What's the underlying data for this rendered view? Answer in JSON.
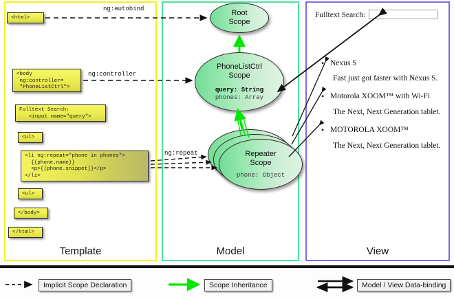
{
  "panels": {
    "template": {
      "title": "Template",
      "border_color": "#f2f21f",
      "blocks": {
        "html_open": "<html>",
        "body_open": "<body\n ng:controller=\n \"PhoneListCtrl\">",
        "search": "Fulltext Search:\n   <input name=\"query\">",
        "ul_open": "<ul>",
        "li_repeat": "<li ng:repeat=\"phone in phones\">\n  {{phone.name}}\n  <p>{{phone.snippet}}</p>\n</li>",
        "ul_close": "<ul>",
        "body_close": "</body>",
        "html_close": "</html>"
      }
    },
    "model": {
      "title": "Model",
      "border_color": "#4ee49a",
      "scopes": [
        {
          "name": "root",
          "line1": "Root",
          "line2": "Scope",
          "props": []
        },
        {
          "name": "phonelistctrl",
          "line1": "PhoneListCtrl",
          "line2": "Scope",
          "props": [
            {
              "text": "query: String",
              "emphasis": true
            },
            {
              "text": "phones: Array",
              "emphasis": false
            }
          ]
        },
        {
          "name": "repeater",
          "line1": "Repeater",
          "line2": "Scope",
          "props": [
            {
              "text": "phone: Object",
              "emphasis": false
            }
          ]
        }
      ]
    },
    "view": {
      "title": "View",
      "border_color": "#7a6ce8",
      "search_label": "Fulltext Search:",
      "search_value": "",
      "search_placeholder": "",
      "items": [
        {
          "name": "Nexus S",
          "snippet": "Fast just got faster with Nexus S."
        },
        {
          "name": "Motorola XOOM™  with Wi-Fi",
          "snippet": "The Next, Next Generation tablet."
        },
        {
          "name": "MOTOROLA XOOM™",
          "snippet": "The Next, Next Generation tablet."
        }
      ]
    }
  },
  "connectors": {
    "autobind": "ng:autobind",
    "controller": "ng:controller",
    "repeat": "ng:repeat"
  },
  "legend": {
    "items": [
      {
        "label": "Implicit Scope Declaration",
        "style": "dashed-arrow",
        "color": "#111111"
      },
      {
        "label": "Scope Inheritance",
        "style": "solid-arrow",
        "color": "#00e800"
      },
      {
        "label": "Model / View Data-binding",
        "style": "double-arrow",
        "color": "#111111"
      }
    ]
  }
}
